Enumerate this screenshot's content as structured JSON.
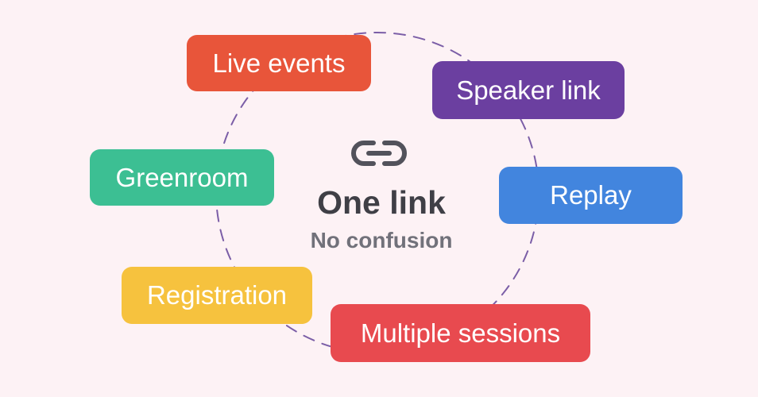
{
  "center": {
    "icon": "link-icon",
    "title": "One link",
    "subtitle": "No confusion"
  },
  "nodes": {
    "live_events": {
      "label": "Live events",
      "color": "#e8553a"
    },
    "speaker_link": {
      "label": "Speaker link",
      "color": "#6b3fa0"
    },
    "greenroom": {
      "label": "Greenroom",
      "color": "#3cbf93"
    },
    "replay": {
      "label": "Replay",
      "color": "#4285de"
    },
    "registration": {
      "label": "Registration",
      "color": "#f6c23e"
    },
    "multiple_sessions": {
      "label": "Multiple sessions",
      "color": "#e84a4f"
    }
  },
  "colors": {
    "background": "#fdf2f5",
    "ring_dash": "#7b5ea7",
    "center_title": "#3f3f46",
    "center_subtitle": "#71717a",
    "icon": "#52525b"
  }
}
